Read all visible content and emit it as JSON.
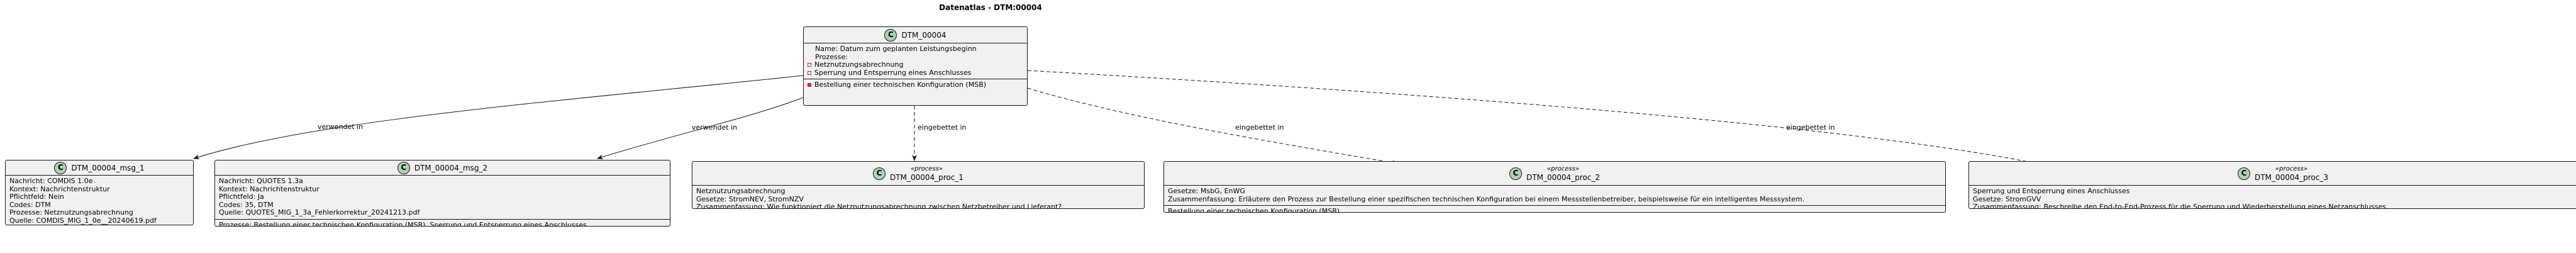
{
  "title": "Datenatlas - DTM:00004",
  "main": {
    "name": "DTM_00004",
    "lines": [
      "Name: Datum zum geplanten Leistungsbeginn",
      "Prozesse:"
    ],
    "processes": [
      "Netznutzungsabrechnung",
      "Sperrung und Entsperrung eines Anschlusses"
    ],
    "method": "Bestellung einer technischen Konfiguration (MSB)"
  },
  "msg1": {
    "name": "DTM_00004_msg_1",
    "lines": [
      "Nachricht: COMDIS 1.0e",
      "Kontext: Nachrichtenstruktur",
      "Pflichtfeld: Nein",
      "Codes: DTM",
      "Prozesse: Netznutzungsabrechnung",
      "Quelle: COMDIS_MIG_1_0e__20240619.pdf"
    ]
  },
  "msg2": {
    "name": "DTM_00004_msg_2",
    "lines": [
      "Nachricht: QUOTES 1.3a",
      "Kontext: Nachrichtenstruktur",
      "Pflichtfeld: Ja",
      "Codes: 35, DTM",
      "Quelle: QUOTES_MIG_1_3a_Fehlerkorrektur_20241213.pdf"
    ],
    "footer": "Prozesse: Bestellung einer technischen Konfiguration (MSB), Sperrung und Entsperrung eines Anschlusses"
  },
  "proc1": {
    "stereotype": "«process»",
    "name": "DTM_00004_proc_1",
    "lines": [
      "Netznutzungsabrechnung",
      "Gesetze: StromNEV, StromNZV",
      "Zusammenfassung: Wie funktioniert die Netznutzungsabrechnung zwischen Netzbetreiber und Lieferant?"
    ]
  },
  "proc2": {
    "stereotype": "«process»",
    "name": "DTM_00004_proc_2",
    "lines": [
      "Gesetze: MsbG, EnWG",
      "Zusammenfassung: Erläutere den Prozess zur Bestellung einer spezifischen technischen Konfiguration bei einem Messstellenbetreiber, beispielsweise für ein intelligentes Messsystem."
    ],
    "footer": "Bestellung einer technischen Konfiguration (MSB)"
  },
  "proc3": {
    "stereotype": "«process»",
    "name": "DTM_00004_proc_3",
    "lines": [
      "Sperrung und Entsperrung eines Anschlusses",
      "Gesetze: StromGVV",
      "Zusammenfassung: Beschreibe den End-to-End-Prozess für die Sperrung und Wiederherstellung eines Netzanschlusses"
    ]
  },
  "edges": {
    "msg1": "verwendet in",
    "msg2": "verwendet in",
    "proc1": "eingebettet in",
    "proc2": "eingebettet in",
    "proc3": "eingebettet in"
  }
}
